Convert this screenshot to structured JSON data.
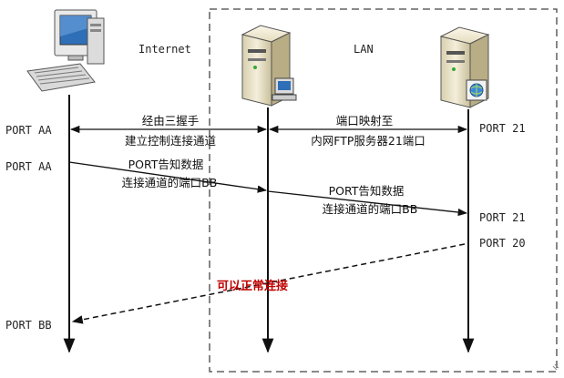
{
  "zone_labels": {
    "internet": "Internet",
    "lan": "LAN"
  },
  "ports": {
    "client_aa_1": "PORT AA",
    "client_aa_2": "PORT AA",
    "client_bb": "PORT BB",
    "server_21_a": "PORT 21",
    "server_21_b": "PORT 21",
    "server_20": "PORT 20"
  },
  "messages": {
    "control_line1": "经由三握手",
    "control_line2": "建立控制连接通道",
    "mapping_line1": "端口映射至",
    "mapping_line2": "内网FTP服务器21端口",
    "port_notice_1_line1": "PORT告知数据",
    "port_notice_1_line2": "连接通道的端口BB",
    "port_notice_2_line1": "PORT告知数据",
    "port_notice_2_line2": "连接通道的端口BB",
    "result": "可以正常连接"
  },
  "nodes": [
    {
      "name": "client-pc",
      "icon": "desktop-computer-icon"
    },
    {
      "name": "gateway-server",
      "icon": "server-with-monitor-icon"
    },
    {
      "name": "ftp-server",
      "icon": "server-with-globe-icon"
    }
  ],
  "colors": {
    "lines": "#111111",
    "result_text": "#c00000",
    "border": "#444444"
  }
}
